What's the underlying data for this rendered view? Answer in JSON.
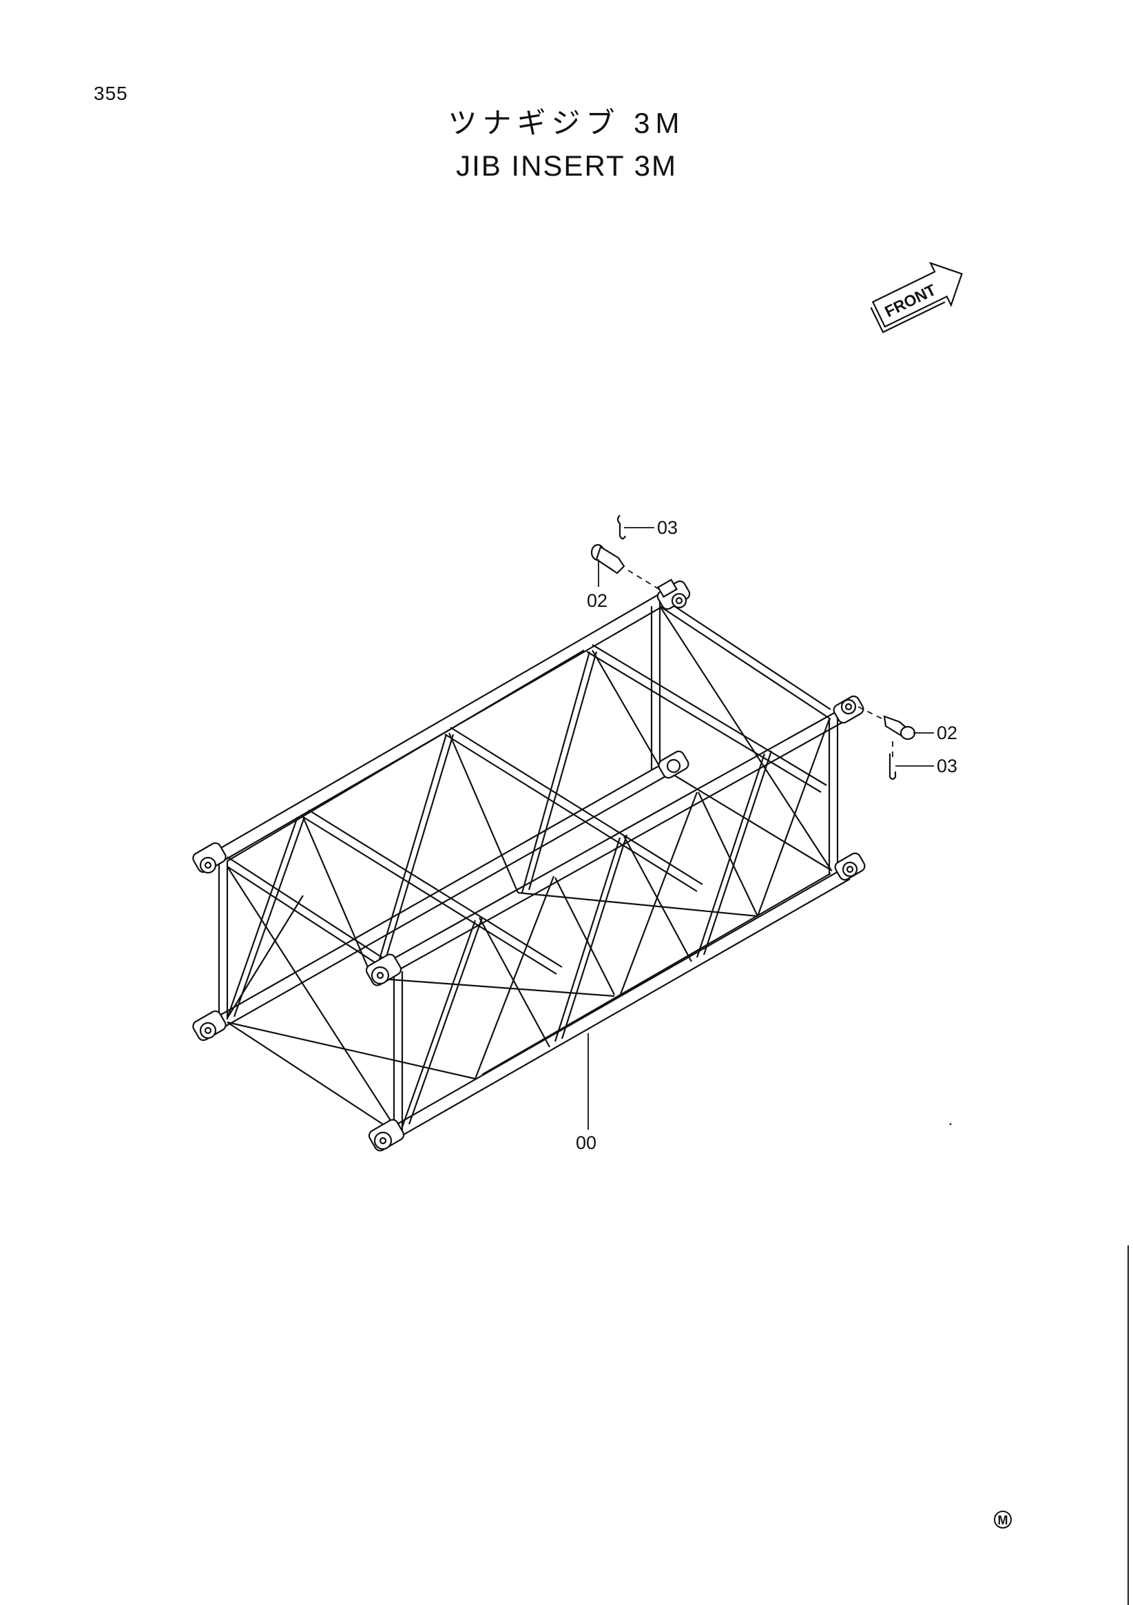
{
  "page_number": "355",
  "title_jp": "ツナギジブ 3M",
  "title_en": "JIB INSERT 3M",
  "front_label": "FRONT",
  "callouts": {
    "part_00": "00",
    "part_02_top": "02",
    "part_03_top": "03",
    "part_02_right": "02",
    "part_03_right": "03"
  },
  "mark": "M"
}
